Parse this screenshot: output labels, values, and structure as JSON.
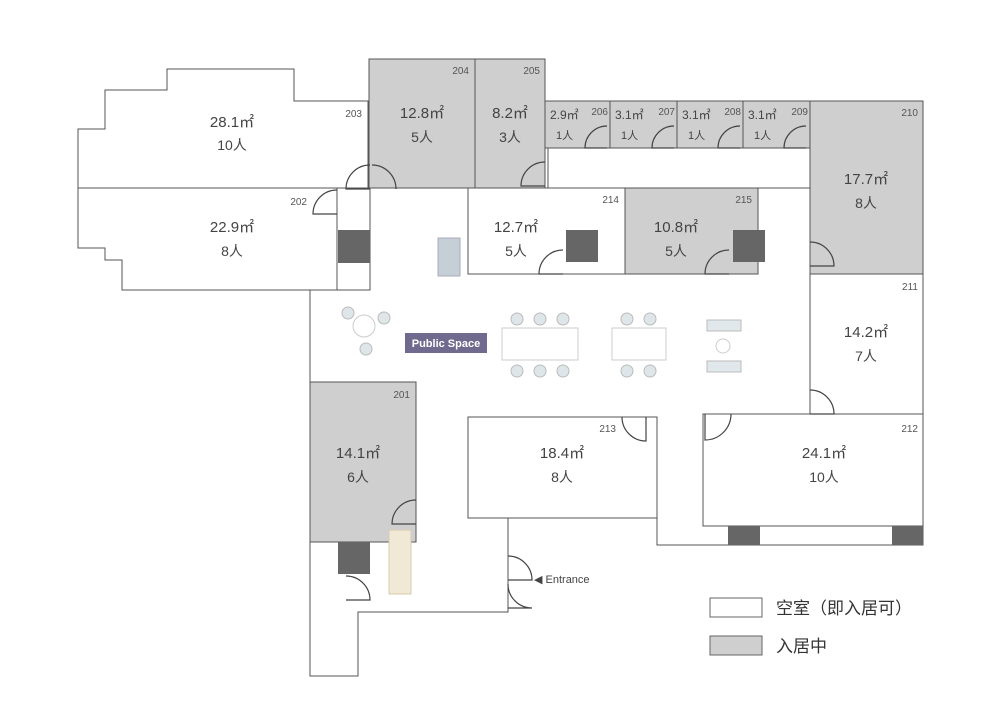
{
  "plan": {
    "rooms": [
      {
        "id": "203",
        "area": "28.1㎡",
        "capacity": "10人",
        "status": "vacant"
      },
      {
        "id": "202",
        "area": "22.9㎡",
        "capacity": "8人",
        "status": "vacant"
      },
      {
        "id": "204",
        "area": "12.8㎡",
        "capacity": "5人",
        "status": "occupied"
      },
      {
        "id": "205",
        "area": "8.2㎡",
        "capacity": "3人",
        "status": "occupied"
      },
      {
        "id": "206",
        "area": "2.9㎡",
        "capacity": "1人",
        "status": "occupied"
      },
      {
        "id": "207",
        "area": "3.1㎡",
        "capacity": "1人",
        "status": "occupied"
      },
      {
        "id": "208",
        "area": "3.1㎡",
        "capacity": "1人",
        "status": "occupied"
      },
      {
        "id": "209",
        "area": "3.1㎡",
        "capacity": "1人",
        "status": "occupied"
      },
      {
        "id": "210",
        "area": "17.7㎡",
        "capacity": "8人",
        "status": "occupied"
      },
      {
        "id": "214",
        "area": "12.7㎡",
        "capacity": "5人",
        "status": "vacant"
      },
      {
        "id": "215",
        "area": "10.8㎡",
        "capacity": "5人",
        "status": "occupied"
      },
      {
        "id": "211",
        "area": "14.2㎡",
        "capacity": "7人",
        "status": "vacant"
      },
      {
        "id": "201",
        "area": "14.1㎡",
        "capacity": "6人",
        "status": "occupied"
      },
      {
        "id": "213",
        "area": "18.4㎡",
        "capacity": "8人",
        "status": "vacant"
      },
      {
        "id": "212",
        "area": "24.1㎡",
        "capacity": "10人",
        "status": "vacant"
      }
    ],
    "public_space_label": "Public Space",
    "entrance_label": "◀ Entrance"
  },
  "legend": {
    "vacant_label": "空室（即入居可）",
    "occupied_label": "入居中"
  },
  "colors": {
    "occupied": "#cfcfcf",
    "vacant": "#ffffff",
    "public_space_badge": "#6f6a8e",
    "walls": "#555555"
  }
}
